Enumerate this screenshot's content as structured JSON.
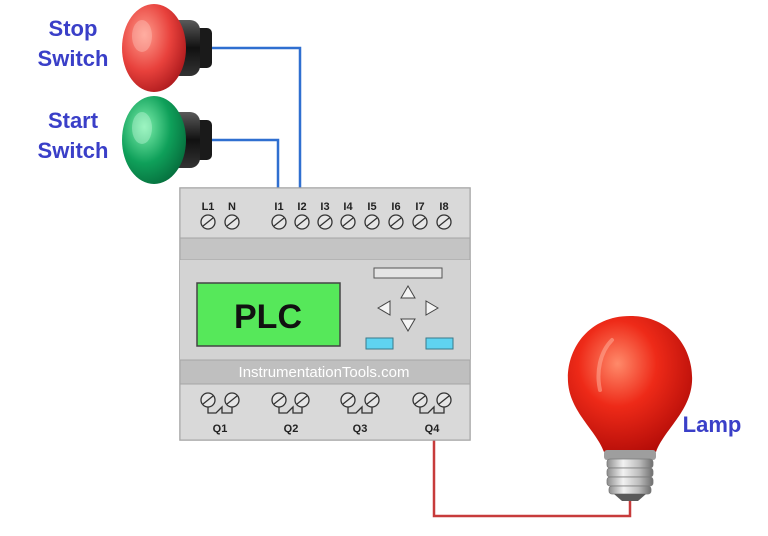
{
  "labels": {
    "stop_line1": "Stop",
    "stop_line2": "Switch",
    "start_line1": "Start",
    "start_line2": "Switch",
    "lamp": "Lamp"
  },
  "plc": {
    "screen_text": "PLC",
    "watermark": "InstrumentationTools.com",
    "top_terminals": [
      "L1",
      "N",
      "I1",
      "I2",
      "I3",
      "I4",
      "I5",
      "I6",
      "I7",
      "I8"
    ],
    "output_terminals": [
      "Q1",
      "Q2",
      "Q3",
      "Q4"
    ]
  },
  "colors": {
    "label_text": "#3a3fc8",
    "stop_button": "#e8413c",
    "start_button": "#0fa05a",
    "input_wire": "#2f6fd0",
    "output_wire": "#c73b3b",
    "plc_screen": "#56e85a",
    "plc_keys": "#5fd3f0",
    "lamp_glass": "#e81f16"
  },
  "icons": [
    "stop-pushbutton-icon",
    "start-pushbutton-icon",
    "plc-icon",
    "lamp-icon"
  ]
}
